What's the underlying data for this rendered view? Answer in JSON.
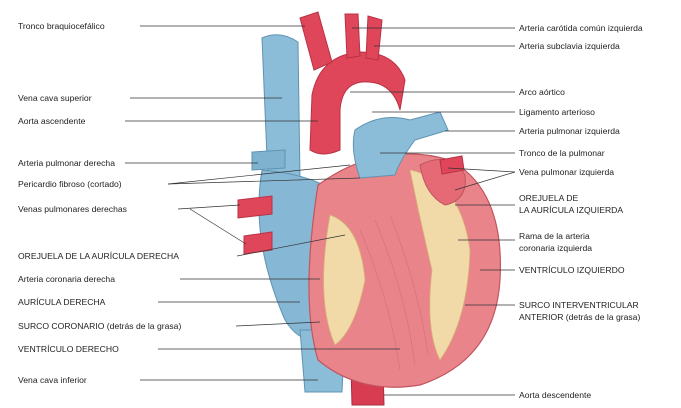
{
  "labels": {
    "left": [
      "Tronco braquiocefálico",
      "Vena cava superior",
      "Aorta ascendente",
      "Arteria pulmonar derecha",
      "Pericardio fibroso (cortado)",
      "Venas pulmonares derechas",
      "OREJUELA DE LA AURÍCULA DERECHA",
      "Arteria coronaria derecha",
      "AURÍCULA DERECHA",
      "SURCO CORONARIO (detrás de la grasa)",
      "VENTRÍCULO DERECHO",
      "Vena cava inferior"
    ],
    "right": [
      "Arteria carótida común izquierda",
      "Arteria subclavia izquierda",
      "Arco aórtico",
      "Ligamento arterioso",
      "Arteria pulmonar izquierda",
      "Tronco de la pulmonar",
      "Vena pulmonar izquierda",
      "OREJUELA DE",
      "LA AURÍCULA IZQUIERDA",
      "Rama de la arteria",
      "coronaria izquierda",
      "VENTRÍCULO IZQUIERDO",
      "SURCO INTERVENTRICULAR",
      "ANTERIOR (detrás de la grasa)",
      "Aorta descendente"
    ]
  },
  "colors": {
    "artery": "#e0465a",
    "vein": "#7fb2cf",
    "muscle": "#e8848a",
    "fat": "#f2d9a8",
    "leader": "#333333"
  }
}
